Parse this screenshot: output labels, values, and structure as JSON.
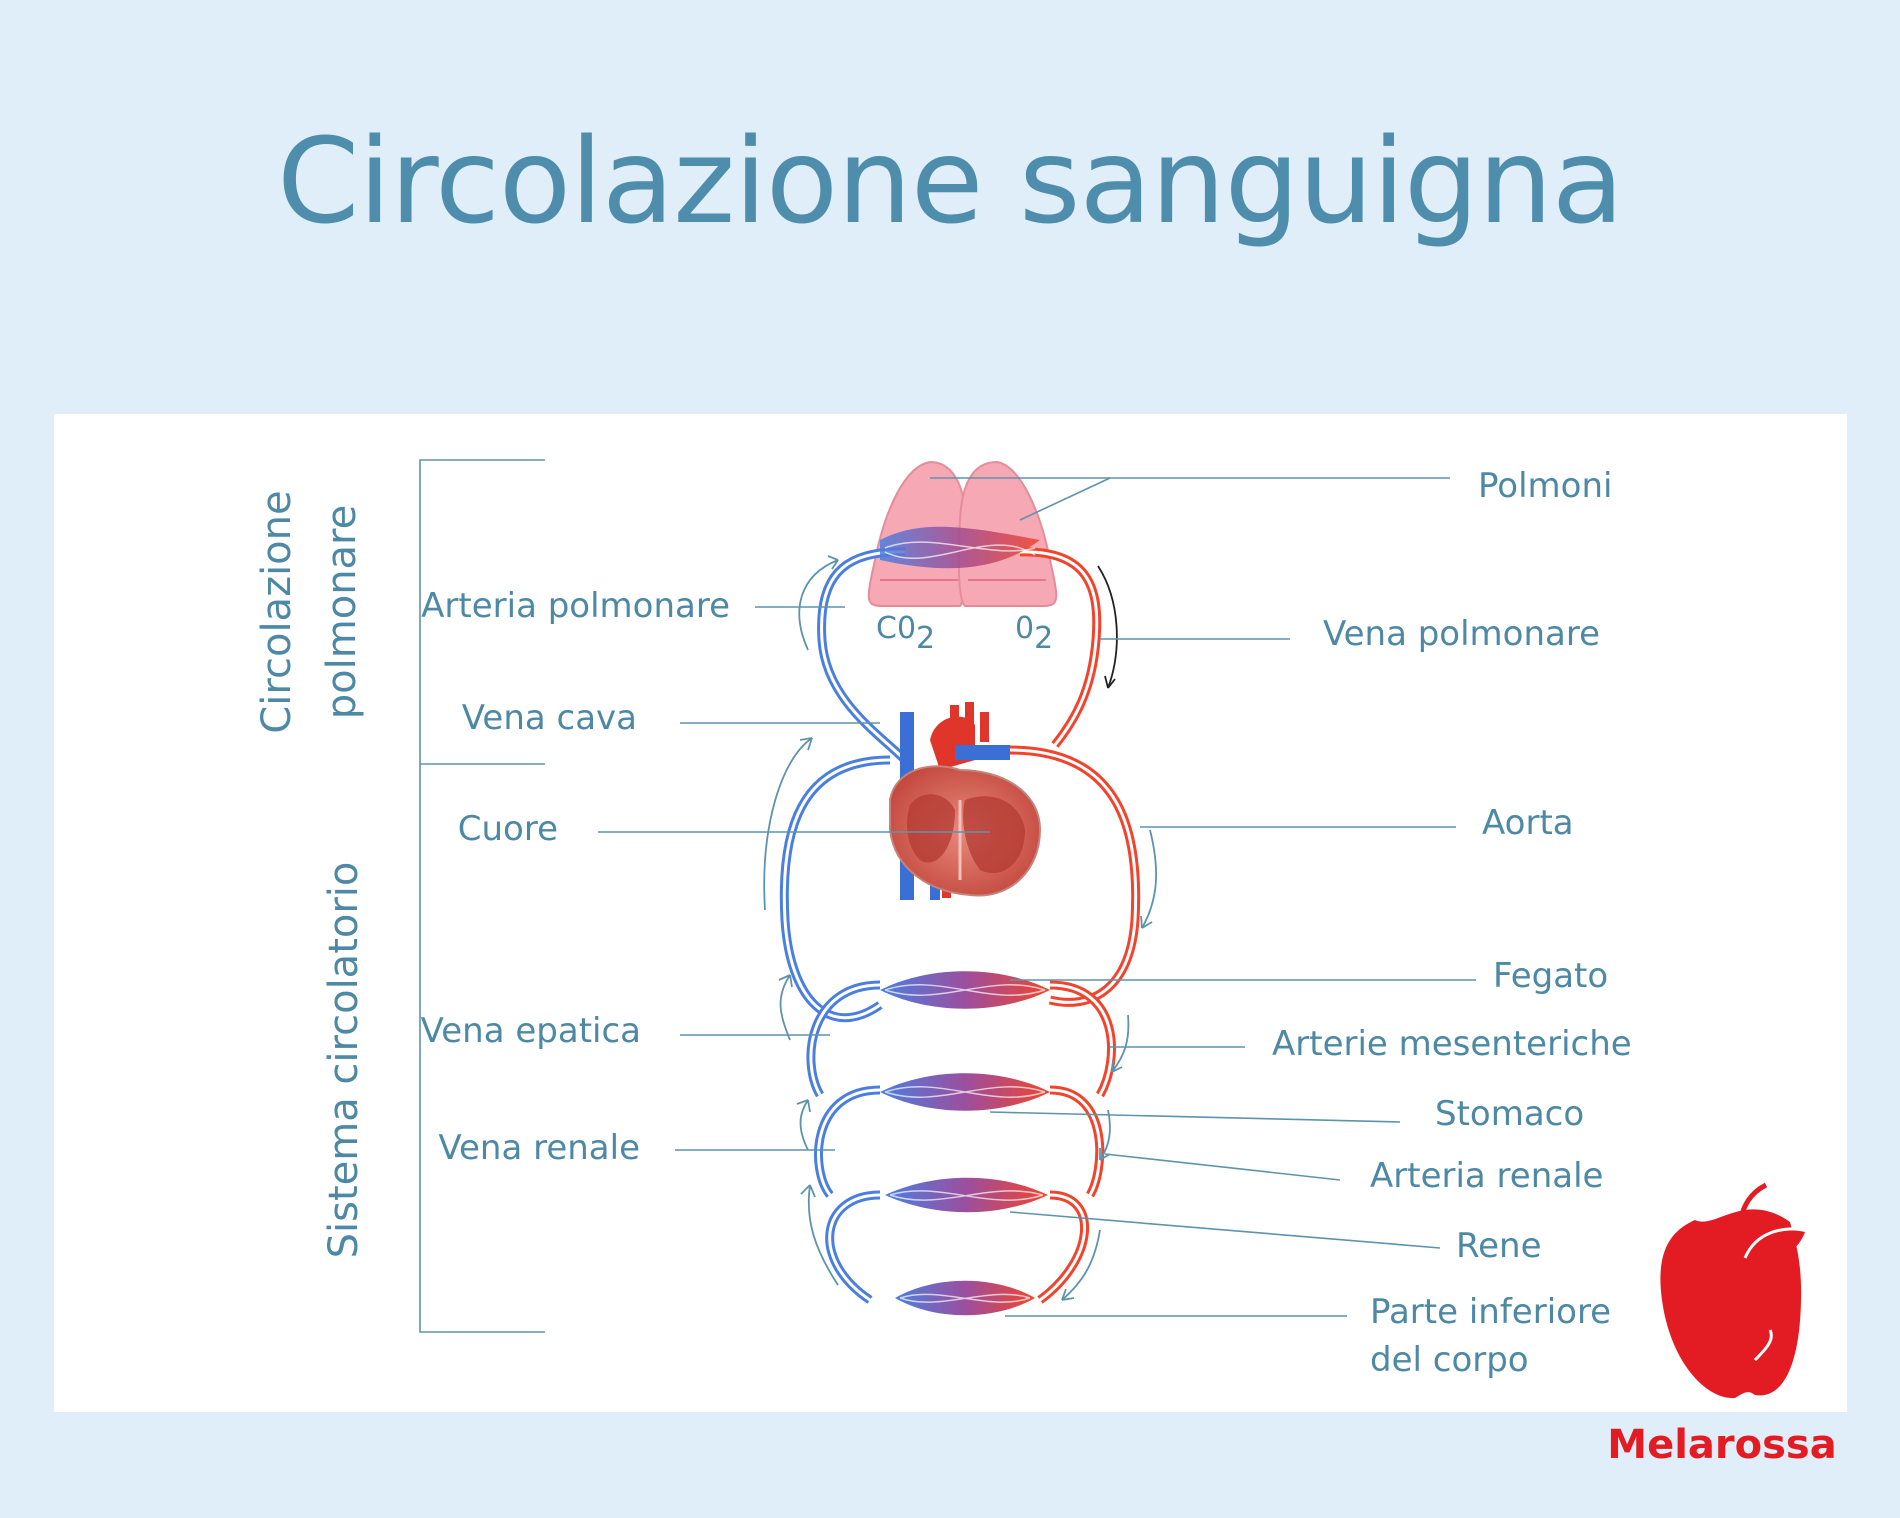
{
  "title": "Circolazione sanguigna",
  "side_labels": {
    "pulmonary": [
      "Circolazione",
      "polmonare"
    ],
    "systemic": "Sistema circolatorio"
  },
  "gases": {
    "co2": "C0",
    "co2_sub": "2",
    "o2": "0",
    "o2_sub": "2"
  },
  "labels_left": {
    "arteria_polmonare": "Arteria polmonare",
    "vena_cava": "Vena cava",
    "cuore": "Cuore",
    "vena_epatica": "Vena epatica",
    "vena_renale": "Vena renale"
  },
  "labels_right": {
    "polmoni": "Polmoni",
    "vena_polmonare": "Vena polmonare",
    "aorta": "Aorta",
    "fegato": "Fegato",
    "arterie_mesenteriche": "Arterie mesenteriche",
    "stomaco": "Stomaco",
    "arteria_renale": "Arteria renale",
    "rene": "Rene",
    "parte_inferiore": [
      "Parte inferiore",
      "del corpo"
    ]
  },
  "brand": "Melarossa",
  "colors": {
    "artery": "#f2442c",
    "vein": "#4a7fe0",
    "label": "#4d89a5",
    "background": "#dfeef9",
    "brand": "#e31b23"
  }
}
